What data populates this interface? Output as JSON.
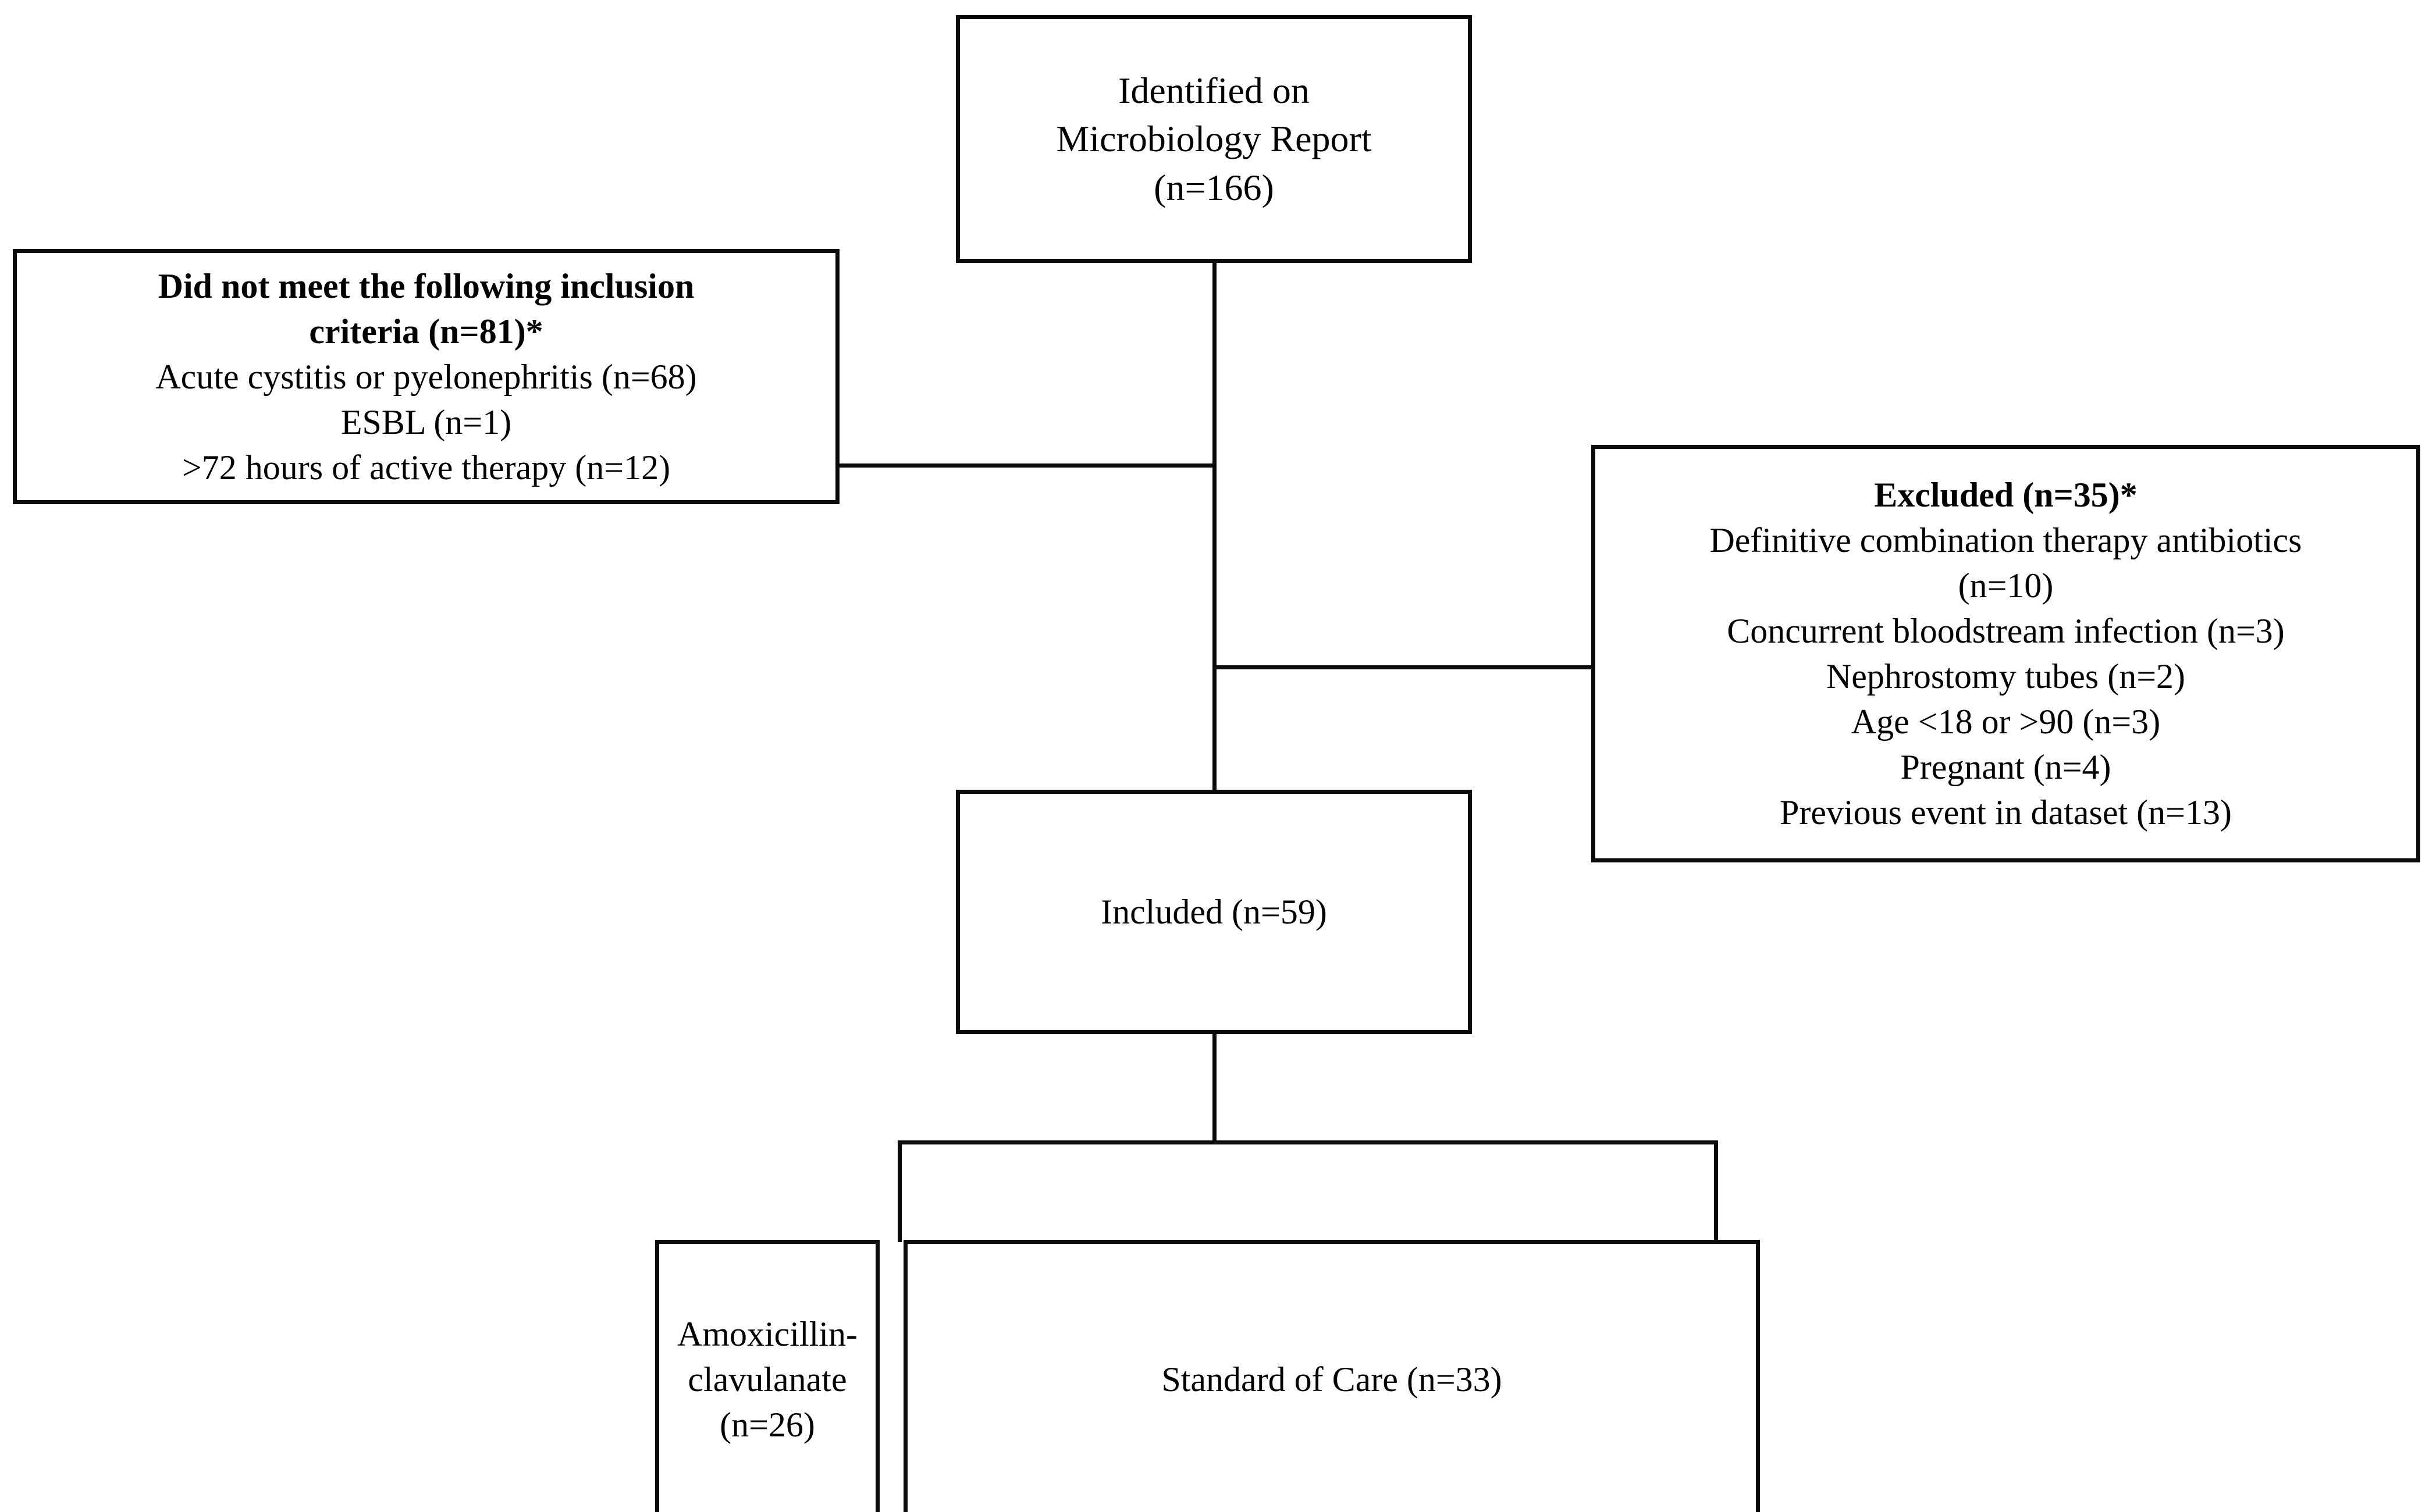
{
  "chart_data": {
    "type": "diagram",
    "title": "Patient selection flow diagram",
    "nodes": [
      {
        "id": "identified",
        "label": "Identified on Microbiology Report (n=166)",
        "n": 166
      },
      {
        "id": "not_met",
        "label": "Did not meet the following inclusion criteria (n=81)*",
        "n": 81
      },
      {
        "id": "excluded",
        "label": "Excluded (n=35)*",
        "n": 35
      },
      {
        "id": "included",
        "label": "Included (n=59)",
        "n": 59
      },
      {
        "id": "amox",
        "label": "Amoxicillin-clavulanate (n=26)",
        "n": 26
      },
      {
        "id": "soc",
        "label": "Standard of Care (n=33)",
        "n": 33
      }
    ],
    "edges": [
      {
        "from": "identified",
        "to": "not_met"
      },
      {
        "from": "identified",
        "to": "excluded"
      },
      {
        "from": "identified",
        "to": "included"
      },
      {
        "from": "included",
        "to": "amox"
      },
      {
        "from": "included",
        "to": "soc"
      }
    ]
  },
  "boxes": {
    "identified": {
      "line1": "Identified on",
      "line2": "Microbiology Report",
      "line3": "(n=166)"
    },
    "not_met": {
      "heading1": "Did not meet the following inclusion",
      "heading2": "criteria (n=81)*",
      "items": [
        "Acute cystitis or pyelonephritis (n=68)",
        "ESBL (n=1)",
        ">72 hours of active therapy (n=12)"
      ]
    },
    "excluded": {
      "heading": "Excluded (n=35)*",
      "items": [
        "Definitive combination therapy antibiotics",
        "(n=10)",
        "Concurrent bloodstream infection (n=3)",
        "Nephrostomy tubes (n=2)",
        "Age <18 or >90 (n=3)",
        "Pregnant (n=4)",
        "Previous event in dataset (n=13)"
      ]
    },
    "included": {
      "line1": "Included (n=59)"
    },
    "amox": {
      "line1": "Amoxicillin-clavulanate",
      "line2": "(n=26)"
    },
    "soc": {
      "line1": "Standard of Care (n=33)"
    }
  },
  "colors": {
    "stroke": "#0b0b0b",
    "background": "#ffffff",
    "text": "#000000"
  }
}
